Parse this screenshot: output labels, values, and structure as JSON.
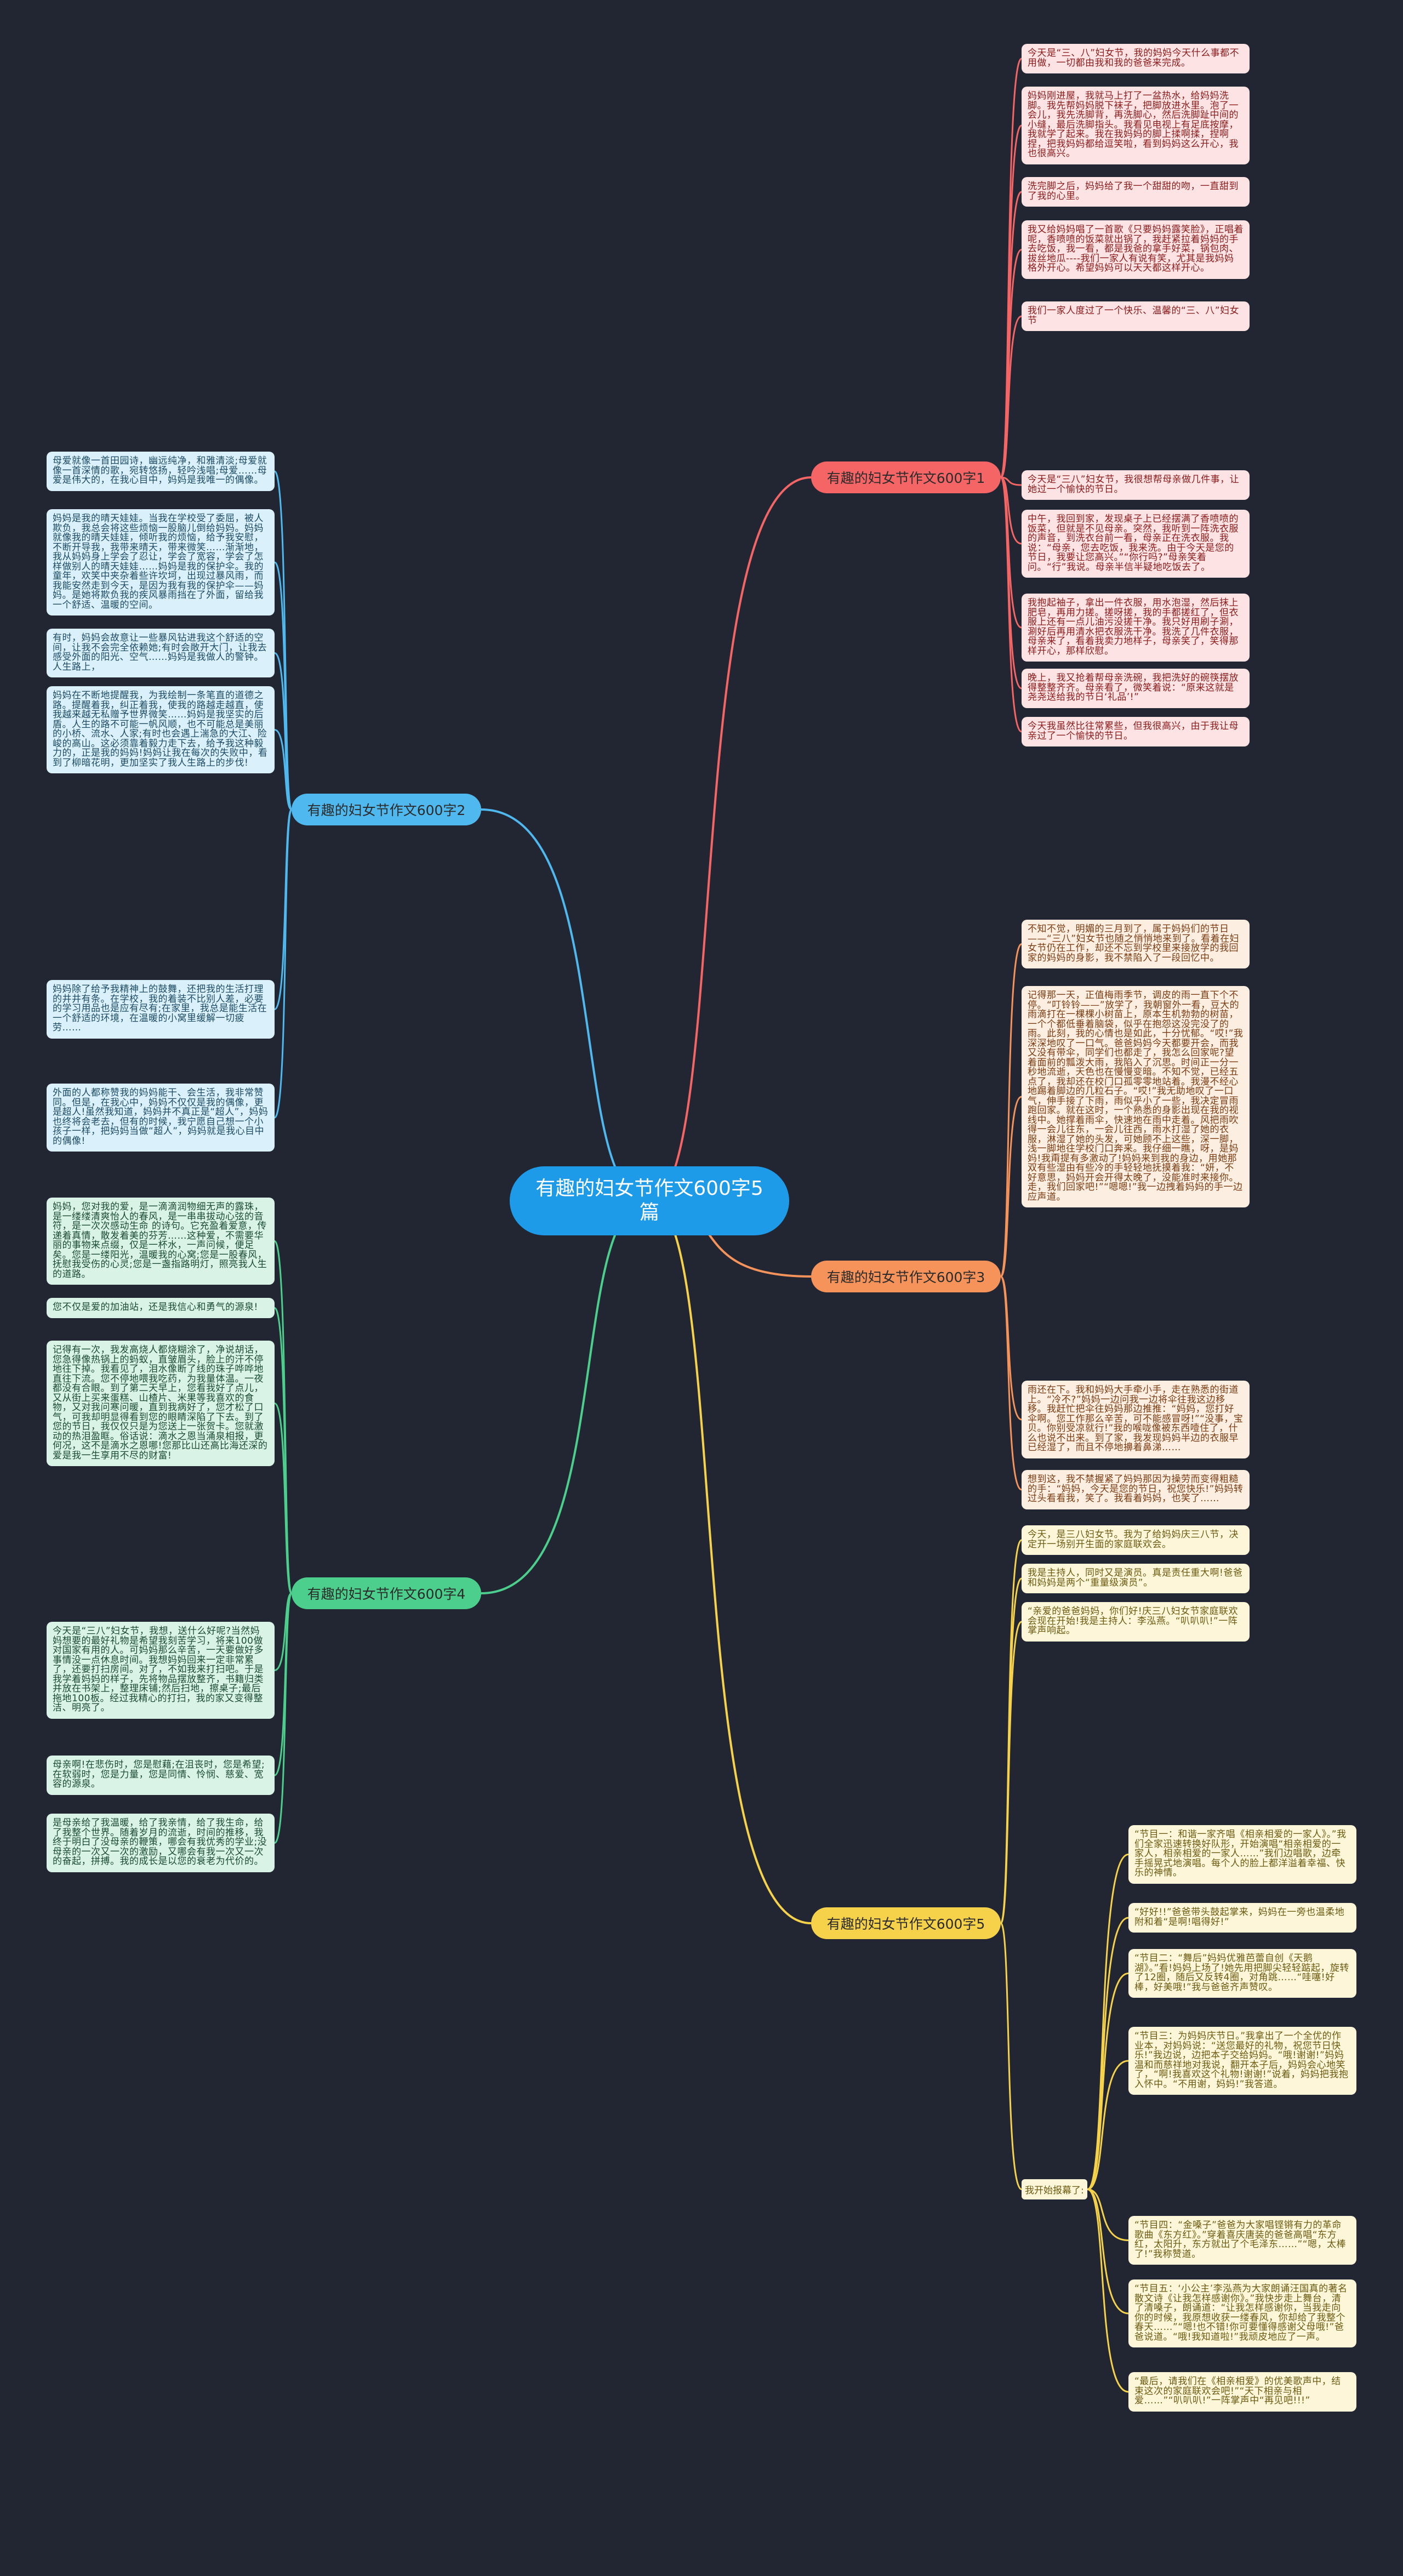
{
  "title": "有趣的妇女节作文600字5篇",
  "branches": [
    {
      "label": "有趣的妇女节作文600字1",
      "color": "#f56565",
      "leaf_bg": "#fde3e3",
      "leaf_text": "#8b1a1a",
      "leaves": [
        "今天是“三、八”妇女节，我的妈妈今天什么事都不用做，一切都由我和我的爸爸来完成。",
        "妈妈刚进屋，我就马上打了一盆热水，给妈妈洗脚。我先帮妈妈脱下袜子，把脚放进水里。泡了一会儿，我先洗脚背，再洗脚心，然后洗脚趾中间的小缝，最后洗脚指头。我看见电视上有足底按摩，我就学了起来。我在我妈妈的脚上揉啊揉，捏啊捏，把我妈妈都给逗笑啦，看到妈妈这么开心，我也很高兴。",
        "洗完脚之后，妈妈给了我一个甜甜的吻，一直甜到了我的心里。",
        "我又给妈妈唱了一首歌《只要妈妈露笑脸》，正唱着呢，香喷喷的饭菜就出锅了，我赶紧拉着妈妈的手去吃饭，我一看，都是我爸的拿手好菜，锅包肉、拔丝地瓜----我们一家人有说有笑，尤其是我妈妈格外开心。希望妈妈可以天天都这样开心。",
        "我们一家人度过了一个快乐、温馨的“三、八”妇女节",
        "今天是“三八”妇女节，我很想帮母亲做几件事，让她过一个愉快的节日。",
        "中午，我回到家，发现桌子上已经摆满了香喷喷的饭菜，但就是不见母亲。突然，我听到一阵洗衣服的声音，到洗衣台前一看，母亲正在洗衣服。我说：“母亲，您去吃饭，我来洗。由于今天是您的节日，我要让您高兴。”“你行吗?”母亲笑着问。“行”我说。母亲半信半疑地吃饭去了。",
        "我抱起袖子，拿出一件衣服，用水泡湿，然后抹上肥皂，再用力搓。搓呀搓，我的手都搓红了，但衣服上还有一点儿油污没搓干净。我只好用刷子涮，涮好后再用清水把衣服洗干净。我洗了几件衣服，母亲来了，看着我卖力地样子，母亲笑了，笑得那样开心，那样欣慰。",
        "晚上，我又抢着帮母亲洗碗，我把洗好的碗筷摆放得整整齐齐。母亲看了，微笑着说：“原来这就是尧尧送给我的节日‘礼品’!”",
        "今天我虽然比往常累些，但我很高兴，由于我让母亲过了一个愉快的节日。"
      ]
    },
    {
      "label": "有趣的妇女节作文600字2",
      "color": "#4fb8ef",
      "leaf_bg": "#daf1fc",
      "leaf_text": "#1c4a63",
      "leaves": [
        "母爱就像一首田园诗，幽远纯净，和雅清淡;母爱就像一首深情的歌，宛转悠扬，轻吟浅唱;母爱……母爱是伟大的，在我心目中，妈妈是我唯一的偶像。",
        "妈妈是我的晴天娃娃。当我在学校受了委屈，被人欺负，我总会将这些烦恼一股脑儿倒给妈妈。妈妈就像我的晴天娃娃，倾听我的烦恼，给予我安慰，不断开导我，我带来晴天，带来微笑……渐渐地，我从妈妈身上学会了忍让，学会了宽容，学会了怎样做别人的晴天娃娃……妈妈是我的保护伞。我的童年，欢笑中夹杂着些许坎坷，出现过暴风雨，而我能安然走到今天，是因为我有我的保护伞——妈妈。是她将欺负我的疾风暴雨挡在了外面，留给我一个舒适、温暖的空间。",
        "有时，妈妈会故意让一些暴风钻进我这个舒适的空间，让我不会完全依赖她;有时会敞开大门，让我去感受外面的阳光、空气……妈妈是我做人的警钟。人生路上，",
        "妈妈在不断地提醒我，为我绘制一条笔直的道德之路。提醒着我，纠正着我，使我的路越走越直，使我越来越无私赠予世界微笑……妈妈是我坚实的后盾。人生的路不可能一帆风顺，也不可能总是美丽的小桥、流水、人家;有时也会遇上湍急的大江、险峻的高山。这必须靠着毅力走下去，给予我这种毅力的，正是我的妈妈!妈妈让我在每次的失败中，看到了柳暗花明，更加坚实了我人生路上的步伐!",
        "妈妈除了给予我精神上的鼓舞，还把我的生活打理的井井有条。在学校，我的着装不比别人差，必要的学习用品也是应有尽有;在家里，我总是能生活在一个舒适的环境，在温暖的小窝里缓解一切疲劳……",
        "外面的人都称赞我的妈妈能干、会生活，我非常赞同。但是，在我心中，妈妈不仅仅是我的偶像，更是超人!虽然我知道，妈妈并不真正是“超人”，妈妈也终将会老去，但有的时候，我宁愿自己想一个小孩子一样，把妈妈当做“超人”，妈妈就是我心目中的偶像!"
      ]
    },
    {
      "label": "有趣的妇女节作文600字3",
      "color": "#f5935a",
      "leaf_bg": "#fdeee2",
      "leaf_text": "#7a3b10",
      "leaves": [
        "不知不觉，明媚的三月到了，属于妈妈们的节日——“三八”妇女节也随之悄悄地来到了。看着在妇女节仍在工作，却还不忘到学校里来接放学的我回家的妈妈的身影，我不禁陷入了一段回忆中。",
        "记得那一天，正值梅雨季节，调皮的雨一直下个不停。“叮铃铃——”放学了，我朝窗外一看，豆大的雨滴打在一棵棵小树苗上，原本生机勃勃的树苗，一个个都低垂着脑袋，似乎在抱怨这没完没了的雨。此刻，我的心情也是如此，十分忧郁。“哎!”我深深地叹了一口气。爸爸妈妈今天都要开会，而我又没有带伞，同学们也都走了，我怎么回家呢?望着面前的瓢泼大雨，我陷入了沉思。时间正一分一秒地流逝，天色也在慢慢变暗。不知不觉，已经五点了，我却还在校门口孤零零地站着。我漫不经心地踢着脚边的几粒石子。“哎!”我无助地叹了一口气，伸手接了下雨，雨似乎小了一些，我决定冒雨跑回家。就在这时，一个熟悉的身影出现在我的视线中。她撑着雨伞，快速地在雨中走着。风把雨吹得一会儿往东，一会儿往西，雨水打湿了她的衣服，淋湿了她的头发，可她顾不上这些，深一脚，浅一脚地往学校门口奔来。我仔细一瞧，呀，是妈妈!我甭提有多激动了!妈妈来到我的身边，用她那双有些湿由有些冷的手轻轻地抚摸着我：“妍，不好意思，妈妈开会开得太晚了，没能准时来接你。走，我们回家吧!”“嗯嗯!”我一边拽着妈妈的手一边应声道。",
        "雨还在下。我和妈妈大手牵小手，走在熟悉的街道上。“冷不?”妈妈一边问我一边将伞往我这边移移。我赶忙把伞往妈妈那边推推：“妈妈，您打好伞啊。您工作那么辛苦，可不能感冒呀!”“没事，宝贝。你别受凉就行!”我的喉咙像被东西噎住了，什么也说不出来。到了家，我发现妈妈半边的衣服早已经湿了，而且不停地擤着鼻涕……",
        "想到这，我不禁握紧了妈妈那因为操劳而变得粗糙的手：“妈妈，今天是您的节日，祝您快乐!”妈妈转过头看看我，笑了。我看着妈妈，也笑了……"
      ]
    },
    {
      "label": "有趣的妇女节作文600字4",
      "color": "#4ccf8c",
      "leaf_bg": "#d9f3e7",
      "leaf_text": "#1a4a33",
      "leaves": [
        "妈妈，您对我的爱，是一滴滴润物细无声的露珠，是一缕缕清爽怡人的春风，是一串串拔动心弦的音符，是一次次感动生命 的诗句。它充盈着爱意，传递着真情，散发着美的芬芳……这种爱，不需要华丽的事物来点缀，仅是一杯水，一声问候，便足矣。您是一缕阳光，温暖我的心窝;您是一股春风，抚慰我受伤的心灵;您是一盏指路明灯，照亮我人生的道路。",
        "您不仅是爱的加油站，还是我信心和勇气的源泉!",
        "记得有一次，我发高烧人都烧糊涂了，净说胡话，您急得像热锅上的蚂蚁，直皱眉头，脸上的汗不停地往下掉。我看见了，泪水像断了线的珠子哗哗地直往下流。您不停地喂我吃药，为我量体温。一夜都没有合眼。到了第二天早上，您看我好了点儿，又从街上买来蛋糕、山楂片、米果等我喜欢的食物，又对我问寒问暖，直到我病好了，您才松了口气，可我却明显得看到您的眼睛深陷了下去。到了您的节日，我仅仅只是为您送上一张贺卡。您就激动的热泪盈眶。俗话说：滴水之恩当涌泉相报，更何况，这不是滴水之恩哪!您那比山还高比海还深的爱是我一生享用不尽的财富!",
        "今天是“三八”妇女节，我想，送什么好呢?当然妈妈想要的最好礼物是希望我刻苦学习，将来100做对国家有用的人。可妈妈那么辛苦，一天要做好多事情没一点休息时间。我想妈妈回来一定非常累了，还要打扫房间。对了，不如我来打扫吧。于是我学着妈妈的样子，先将物品摆放整齐，书籍归类并放在书架上，整理床铺;然后扫地，擦桌子;最后拖地100板。经过我精心的打扫，我的家又变得整洁、明亮了。",
        "母亲啊!在悲伤时，您是慰藉;在沮丧时，您是希望;在软弱时，您是力量，您是同情、怜悯、慈爱、宽容的源泉。",
        "是母亲给了我温暖，给了我亲情，给了我生命，给了我整个世界。随着岁月的流逝，时间的推移，我终于明白了没母亲的鞭策，哪会有我优秀的学业;没母亲的一次又一次的激励，又哪会有我一次又一次的奋起，拼搏。我的成长是以您的衰老为代价的。"
      ]
    },
    {
      "label": "有趣的妇女节作文600字5",
      "color": "#f5d24a",
      "leaf_bg": "#fdf6d8",
      "leaf_text": "#6b5a10",
      "leaves": [
        "今天，是三八妇女节。我为了给妈妈庆三八节，决定开一场别开生面的家庭联欢会。",
        "我是主持人，同时又是演员。真是责任重大啊!爸爸和妈妈是两个“重量级演员”。",
        "“亲爱的爸爸妈妈，你们好!庆三八妇女节家庭联欢会现在开始!我是主持人：李泓燕。“叭叭叭!”一阵掌声响起。"
      ],
      "sub": {
        "label": "我开始报幕了:",
        "leaves": [
          "“节目一：和谐一家齐唱《相亲相爱的一家人》。”我们全家迅速转换好队形，开始演唱“相亲相爱的一家人，相亲相爱的一家人……”我们边唱歌，边牵手摇晃式地演唱。每个人的脸上都洋溢着幸福、快乐的神情。",
          "“好好!!”爸爸带头鼓起掌来，妈妈在一旁也温柔地附和着“是啊!唱得好!”",
          "“节目二：“舞后”妈妈优雅芭蕾自创《天鹅湖》。”看!妈妈上场了!她先用把脚尖轻轻踮起，旋转了12圈，随后又反转4圈，对角跳……“哇噻!好棒，好美哦!”我与爸爸齐声赞叹。",
          "“节目三：为妈妈庆节日。”我拿出了一个全优的作业本，对妈妈说：“送您最好的礼物，祝您节日快乐!”我边说，边把本子交给妈妈。“哦!谢谢!”妈妈温和而慈祥地对我说，翻开本子后，妈妈会心地笑了，“啊!我喜欢这个礼物!谢谢!”说着，妈妈把我抱入怀中。“不用谢，妈妈!”我答道。",
          "“节目四：“金嗓子”爸爸为大家唱铿锵有力的革命歌曲《东方红》。”穿着喜庆唐装的爸爸高唱“东方红，太阳升，东方就出了个毛泽东……”“嗯，太棒了!”我称赞道。",
          "“节目五：‘小公主’李泓燕为大家朗诵汪国真的著名散文诗《让我怎样感谢你》。”我快步走上舞台，清了清嗓子，朗诵道：“让我怎样感谢你，当我走向你的时候，我原想收获一缕春风，你却给了我整个春天……”“嗯!也不错!你可要懂得感谢父母哦!”爸爸说道。“哦!我知道啦!”我顽皮地应了一声。",
          "“最后，请我们在《相亲相爱》的优美歌声中，结束这次的家庭联欢会吧!”“天下相亲与相爱……”“叭叭叭!”一阵掌声中“再见吧!!!”"
        ]
      }
    }
  ]
}
